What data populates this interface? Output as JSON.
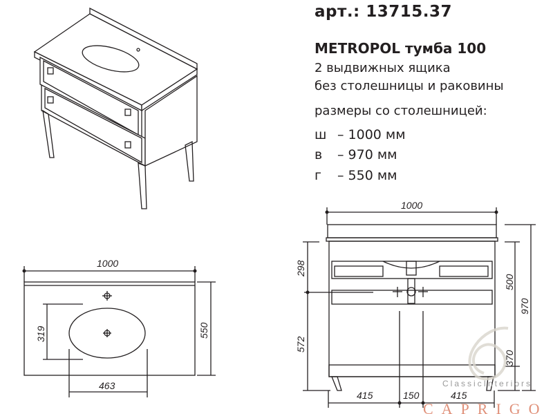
{
  "header": {
    "article": "арт.: 13715.37",
    "product_name": "METROPOL  тумба 100",
    "line1": "2 выдвижных ящика",
    "line2": "без столешницы и раковины",
    "sizes_title": "размеры со столешницей:"
  },
  "dimensions": [
    {
      "label": "ш",
      "value": "– 1000 мм"
    },
    {
      "label": "в",
      "value": "– 970 мм"
    },
    {
      "label": "г",
      "value": "– 550 мм"
    }
  ],
  "top_view": {
    "width": "1000",
    "depth": "550",
    "bowl_depth": "319",
    "bowl_width": "463"
  },
  "front_view": {
    "width": "1000",
    "upper": "298",
    "lower": "572",
    "body_height": "500",
    "total_height": "970",
    "leg_height": "370",
    "left": "415",
    "middle": "150",
    "right": "415"
  },
  "logo": {
    "sub": "ClassicInteriors",
    "main": "CAPRIGO"
  }
}
